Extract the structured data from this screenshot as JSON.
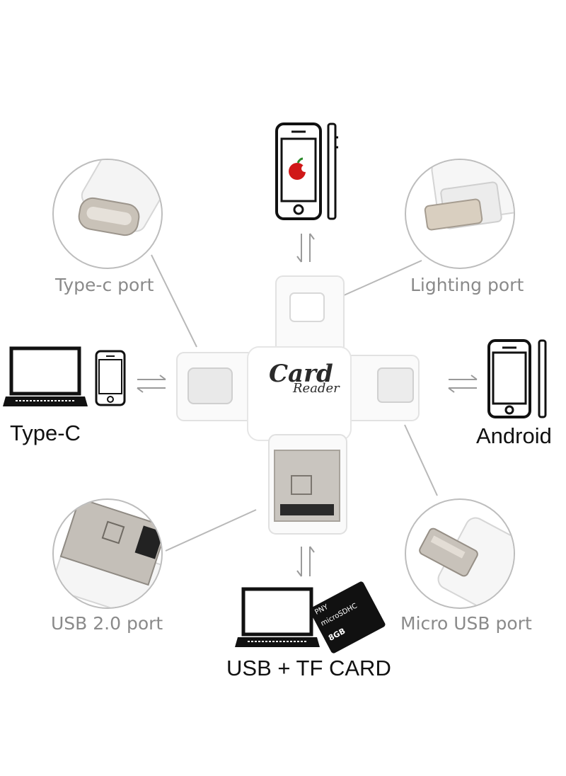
{
  "product": {
    "logo_text_line1": "Card",
    "logo_text_line2": "Reader"
  },
  "ports": {
    "type_c": "Type-c port",
    "lightning": "Lighting port",
    "usb": "USB 2.0 port",
    "micro_usb": "Micro USB port"
  },
  "devices": {
    "left": "Type-C",
    "right": "Android",
    "bottom": "USB + TF CARD"
  },
  "sd_card": {
    "brand": "PNY",
    "capacity": "8GB",
    "type": "microSDHC"
  },
  "icons": [
    "iphone-icon",
    "laptop-icon",
    "phone-icon",
    "android-phone-icon",
    "micro-sd-card-icon",
    "transfer-arrows-icon"
  ],
  "colors": {
    "line": "#b8b8b8",
    "label_gray": "#8a8a8a",
    "metal": "#c8c3bb",
    "apple_red": "#d01818"
  }
}
